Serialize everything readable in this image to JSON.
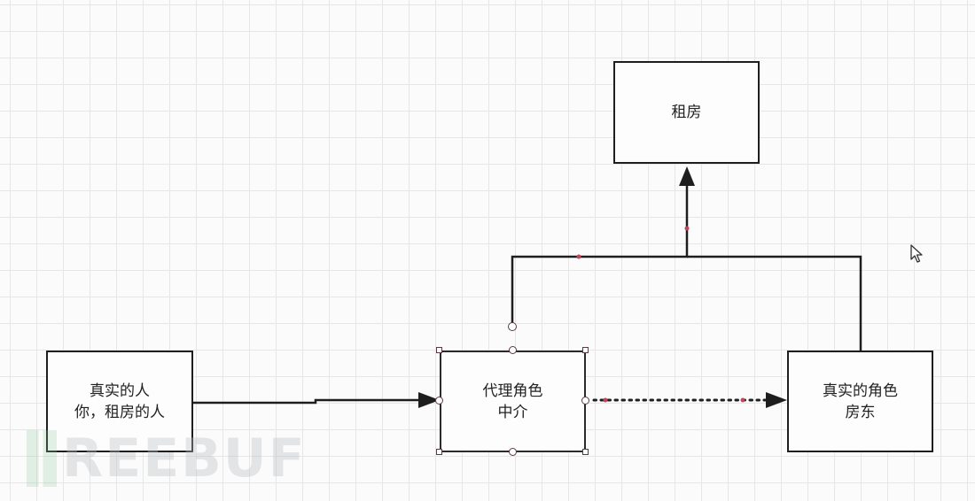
{
  "diagram": {
    "nodes": {
      "rent": {
        "line1": "租房"
      },
      "you": {
        "line1": "真实的人",
        "line2": "你，租房的人"
      },
      "agent": {
        "line1": "代理角色",
        "line2": "中介"
      },
      "landlord": {
        "line1": "真实的角色",
        "line2": "房东"
      }
    },
    "selected_node": "agent"
  },
  "watermark": {
    "text": "REEBUF"
  },
  "colors": {
    "stroke": "#1e1e1e",
    "handle": "#5a3a4a",
    "accent_dot": "#c0445a",
    "grid": "#e3e7ec"
  }
}
